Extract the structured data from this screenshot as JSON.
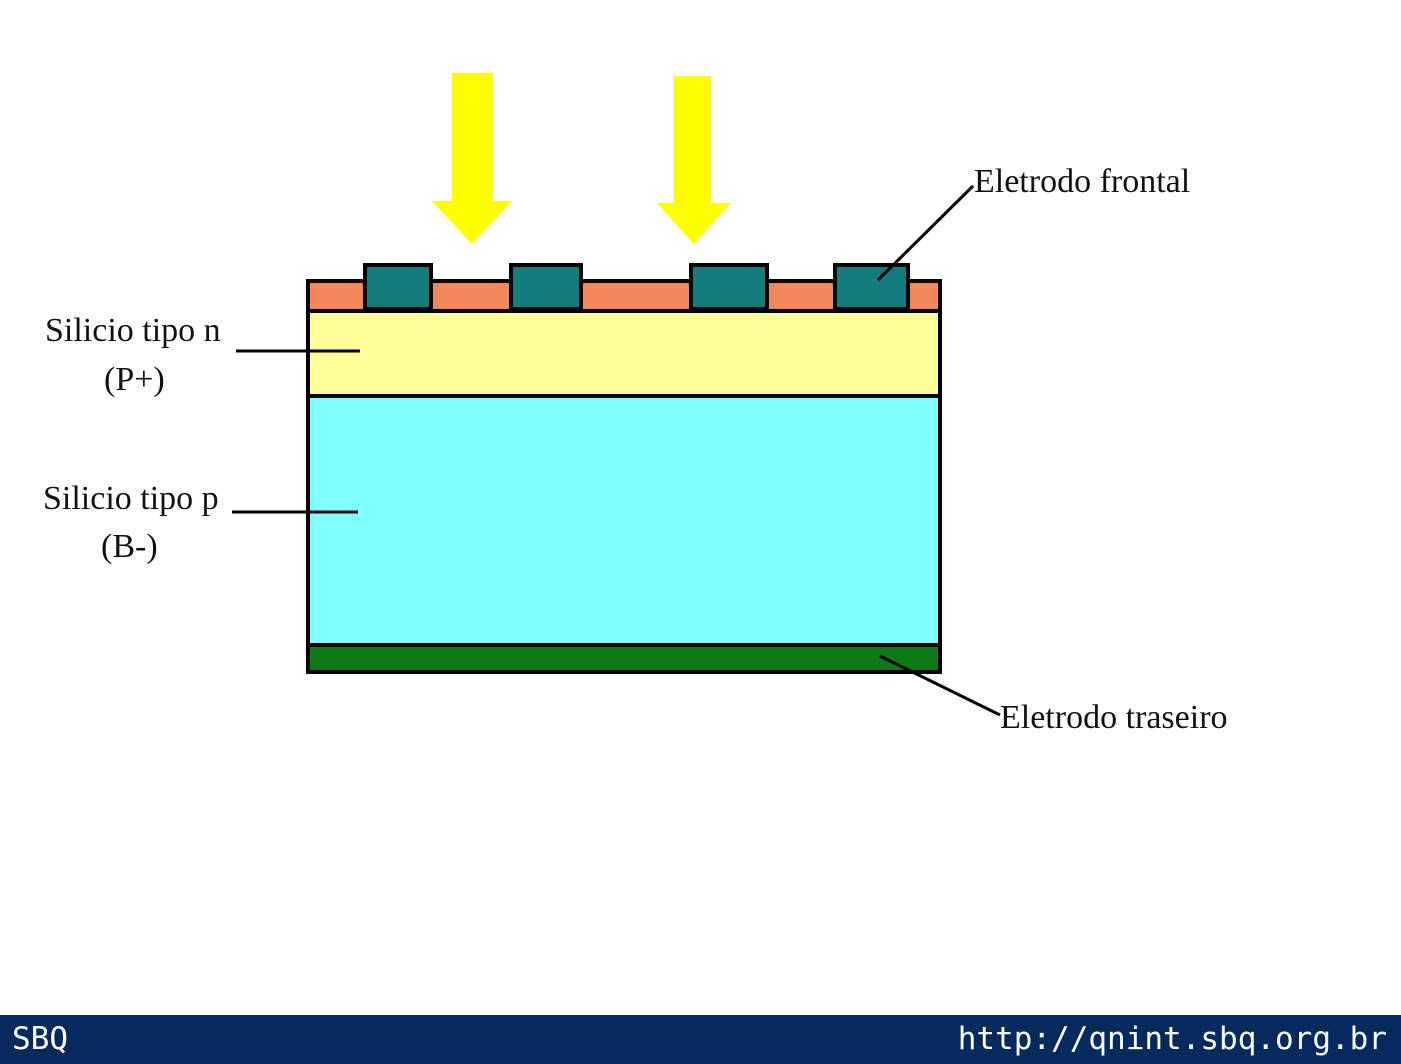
{
  "diagram": {
    "labels": {
      "front_electrode": "Eletrodo frontal",
      "n_silicon": "Silicio tipo n",
      "n_dopant": "(P+)",
      "p_silicon": "Silicio tipo p",
      "p_dopant": "(B-)",
      "back_electrode": "Eletrodo traseiro"
    },
    "colors": {
      "light_arrows": "#ffff00",
      "antireflective_layer": "#f4875a",
      "front_electrode": "#137c7c",
      "n_layer": "#ffff99",
      "p_layer": "#80ffff",
      "back_electrode": "#107a16",
      "outline": "#000000"
    }
  },
  "footer": {
    "left": "SBQ",
    "right": "http://qnint.sbq.org.br",
    "background": "#062a5e"
  }
}
